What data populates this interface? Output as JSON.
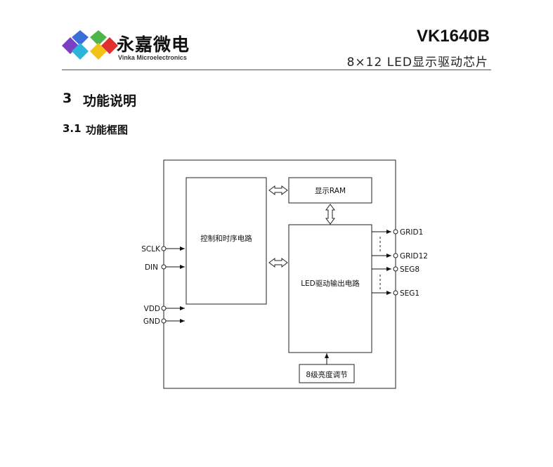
{
  "header": {
    "brand_cn": "永嘉微电",
    "brand_en": "Vinka Microelectronics",
    "part_number": "VK1640B",
    "subtitle": "8×12  LED显示驱动芯片"
  },
  "section": {
    "number": "3",
    "title": "功能说明"
  },
  "subsection": {
    "number": "3.1",
    "title": "功能框图"
  },
  "diagram": {
    "blocks": {
      "control": "控制和时序电路",
      "ram": "显示RAM",
      "driver": "LED驱动输出电路",
      "brightness": "8级亮度调节"
    },
    "input_pins": [
      "SCLK",
      "DIN",
      "VDD",
      "GND"
    ],
    "output_pins": [
      "GRID1",
      "GRID12",
      "SEG8",
      "SEG1"
    ]
  },
  "colors": {
    "logo_blue": "#3b6fd8",
    "logo_purple": "#7b3fc4",
    "logo_cyan": "#2bb5d8",
    "logo_green": "#4cb648",
    "logo_red": "#e0302e",
    "logo_yellow": "#f2c21b"
  }
}
